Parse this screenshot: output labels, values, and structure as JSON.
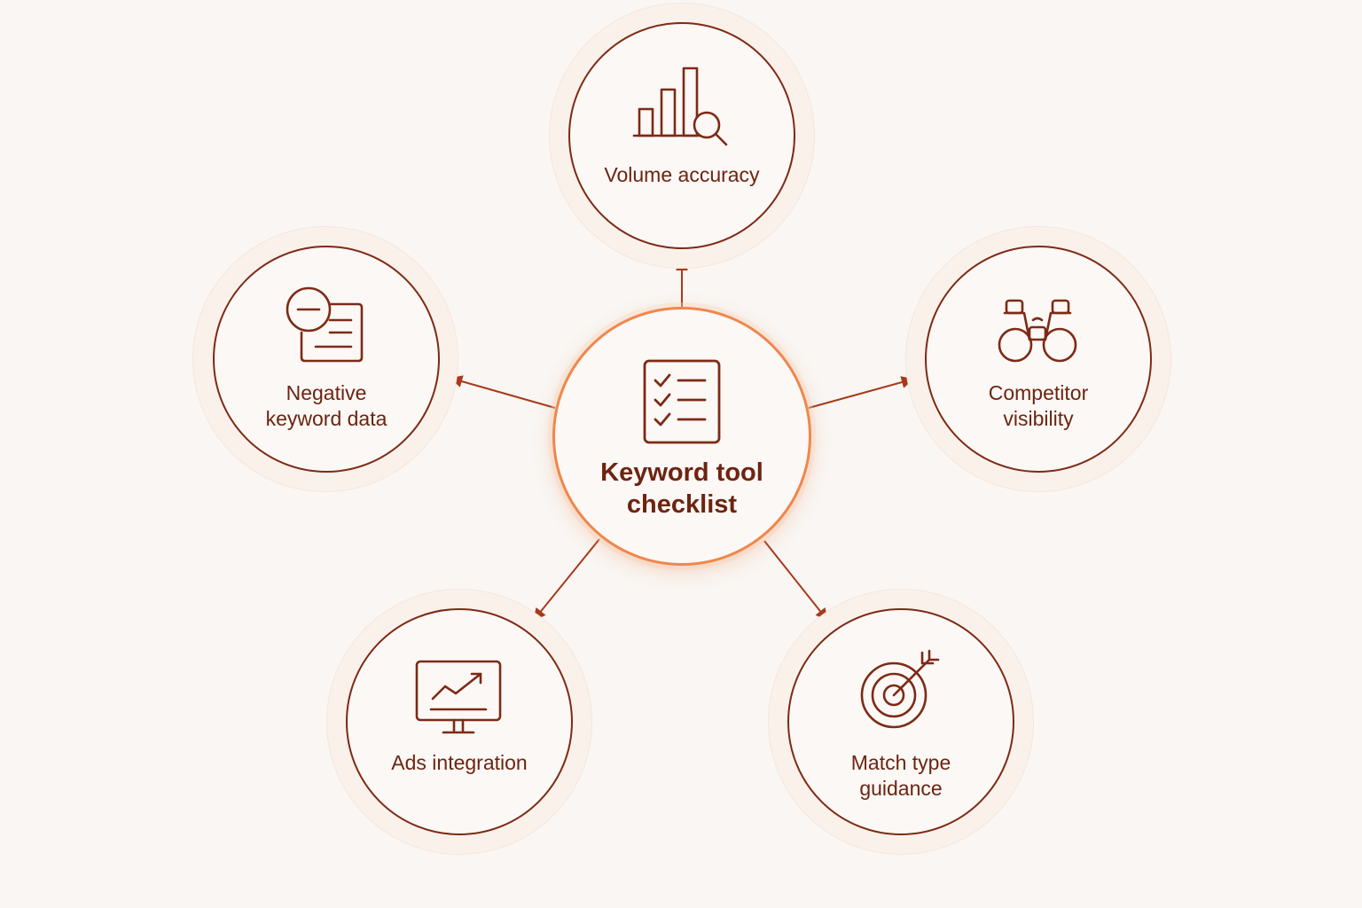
{
  "diagram": {
    "center": {
      "label": "Keyword tool\nchecklist",
      "icon": "checklist-icon"
    },
    "nodes": [
      {
        "id": "volume",
        "label": "Volume accuracy",
        "icon": "bar-chart-search-icon"
      },
      {
        "id": "competitor",
        "label": "Competitor\nvisibility",
        "icon": "binoculars-icon"
      },
      {
        "id": "match",
        "label": "Match type\nguidance",
        "icon": "target-arrow-icon"
      },
      {
        "id": "ads",
        "label": "Ads integration",
        "icon": "monitor-chart-icon"
      },
      {
        "id": "negative",
        "label": "Negative\nkeyword data",
        "icon": "document-minus-icon"
      }
    ]
  },
  "colors": {
    "background": "#f9f6f3",
    "node_border": "#7d2a16",
    "text": "#6d2411",
    "center_border": "#ef874c",
    "halo": "#faf1ea"
  }
}
